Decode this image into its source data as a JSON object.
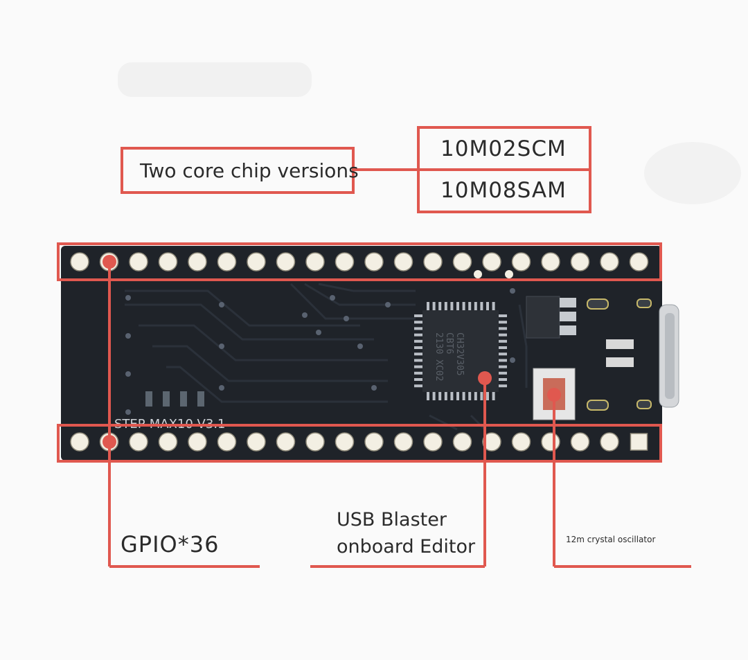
{
  "colors": {
    "background": "#fafafa",
    "pcb": "#1f2329",
    "pad": "#f3efe3",
    "annotation": "#e0584f",
    "text": "#2b2b2b"
  },
  "callouts": {
    "chip_versions_label": "Two core chip versions",
    "chip_version_1": "10M02SCM",
    "chip_version_2": "10M08SAM",
    "gpio_label": "GPIO*36",
    "usb_blaster_line1": "USB Blaster",
    "usb_blaster_line2": "onboard Editor",
    "crystal_label": "12m crystal oscillator"
  },
  "board": {
    "silkscreen": "STEP-MAX10 V3.1",
    "mcu_marking_1": "CH32V305",
    "mcu_marking_2": "CBT6",
    "mcu_marking_3": "2130 XC02"
  }
}
